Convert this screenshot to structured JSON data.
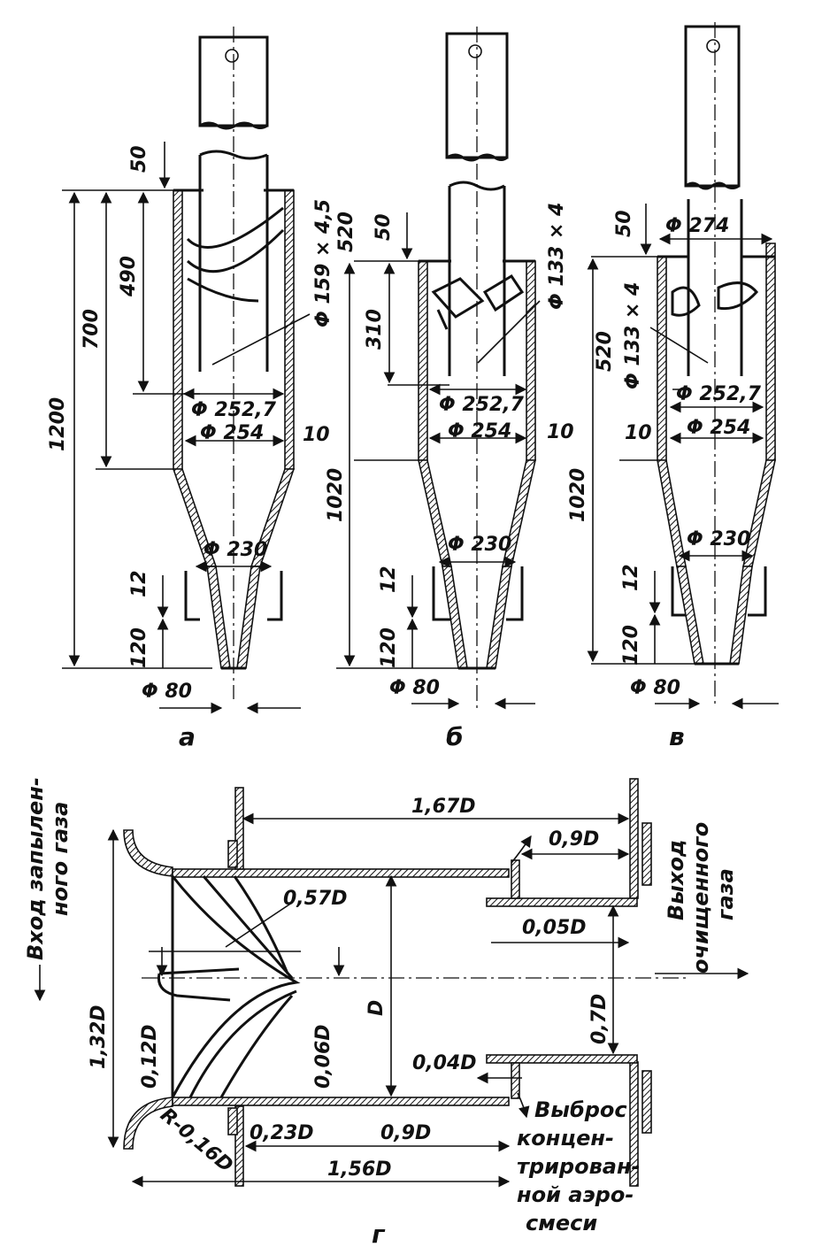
{
  "views": {
    "a": {
      "caption": "а",
      "top_cap": "50",
      "h490": "490",
      "h700": "700",
      "h1200": "1200",
      "pipe_dia": "Φ 159 × 4,5",
      "d2527": "Φ 252,7",
      "d254": "Φ 254",
      "t10": "10",
      "d230": "Φ 230",
      "t12": "12",
      "h120": "120",
      "d80": "Φ 80"
    },
    "b": {
      "caption": "б",
      "top50": "50",
      "h520": "520",
      "h310": "310",
      "pipe_dia": "Φ 133 × 4",
      "d2527": "Φ 252,7",
      "d254": "Φ 254",
      "t10": "10",
      "h1020": "1020",
      "d230": "Φ 230",
      "t12": "12",
      "h120": "120",
      "d80": "Φ 80"
    },
    "v": {
      "caption": "в",
      "top50": "50",
      "d274": "Φ 274",
      "h520": "520",
      "pipe_dia": "Φ 133 × 4",
      "d2527": "Φ 252,7",
      "t10": "10",
      "d254": "Φ 254",
      "h1020": "1020",
      "d230": "Φ 230",
      "t12": "12",
      "h120": "120",
      "d80": "Φ 80"
    },
    "g": {
      "caption": "г",
      "inlet_label": [
        "Вход запылен-",
        "ного газа"
      ],
      "outlet_label": [
        "Выход",
        "очищенного",
        "газа"
      ],
      "discharge_label": [
        "Выброс",
        "концен-",
        "трирован-",
        "ной аэро-",
        "смеси"
      ],
      "d167": "1,67D",
      "d09_top": "0,9D",
      "d057": "0,57D",
      "d005": "0,05D",
      "dD": "D",
      "d132": "1,32D",
      "d012": "0,12D",
      "d006": "0,06D",
      "d07": "0,7D",
      "d004": "0,04D",
      "r016": "R-0,16D",
      "d023": "0,23D",
      "d09_bot": "0,9D",
      "d156": "1,56D"
    }
  }
}
